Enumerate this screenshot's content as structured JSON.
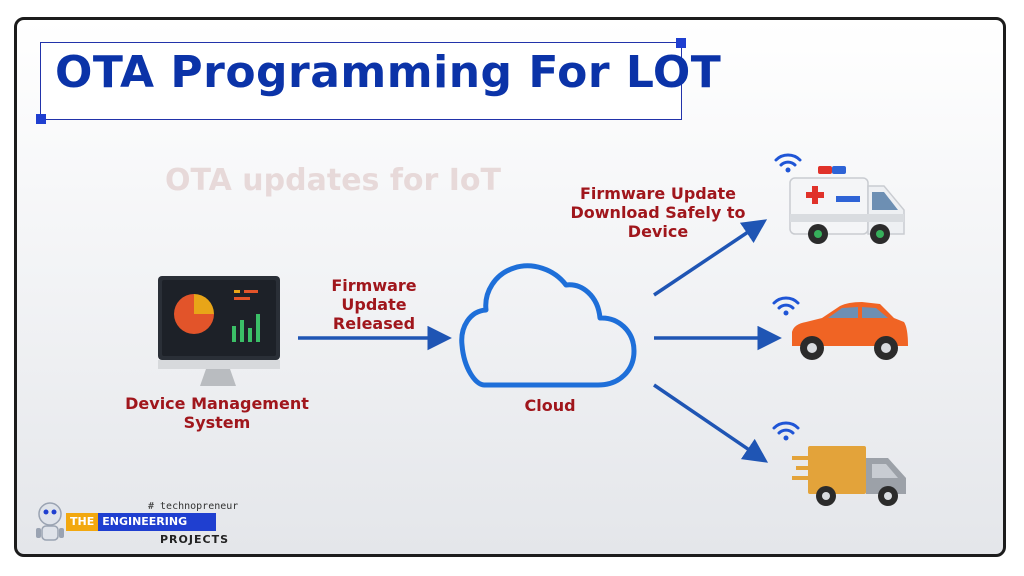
{
  "title": "OTA Programming For LOT",
  "background_ghost_text": "OTA updates for IoT",
  "labels": {
    "released": [
      "Firmware Update",
      "Released"
    ],
    "download": [
      "Firmware Update",
      "Download Safely to",
      "Device"
    ],
    "system": [
      "Device Management",
      "System"
    ],
    "cloud": "Cloud"
  },
  "logo": {
    "tag": "# technopreneur",
    "the": "THE",
    "engineering": "ENGINEERING",
    "projects": "PROJECTS"
  },
  "icons": [
    "monitor-icon",
    "cloud-icon",
    "ambulance-icon",
    "car-icon",
    "delivery-truck-icon",
    "wifi-icon",
    "robot-mascot-icon"
  ],
  "colors": {
    "title": "#0b33a8",
    "label": "#a0161c",
    "arrow": "#1f55b4",
    "cloud": "#1e6fd9",
    "accent": "#1f3fd0",
    "logo_orange": "#f2a80f"
  }
}
